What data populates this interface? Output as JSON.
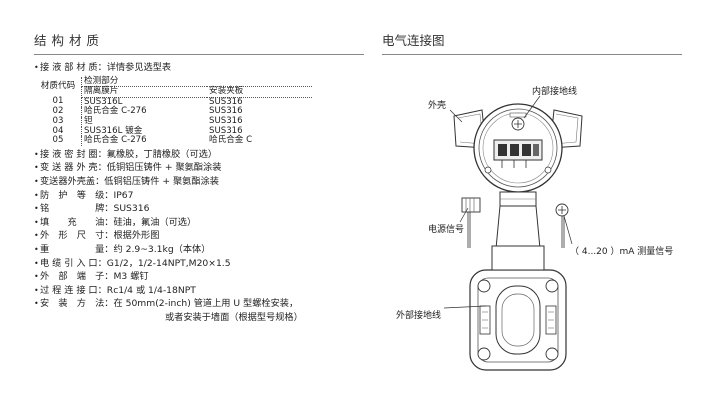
{
  "left": {
    "title": "结 构 材 质",
    "wetted_material": "接 液 部 材 质：详情参见选型表",
    "table": {
      "code_header": "材质代码",
      "group_header": "检测部分",
      "col1_header": "隔离膜片",
      "col2_header": "安装夹板",
      "rows": [
        {
          "code": "01",
          "diaphragm": "SUS316L",
          "flange": "SUS316"
        },
        {
          "code": "02",
          "diaphragm": "哈氏合金 C-276",
          "flange": "SUS316"
        },
        {
          "code": "03",
          "diaphragm": "钽",
          "flange": "SUS316"
        },
        {
          "code": "04",
          "diaphragm": "SUS316L 镀金",
          "flange": "SUS316"
        },
        {
          "code": "05",
          "diaphragm": "哈氏合金 C-276",
          "flange": "哈氏合金 C"
        }
      ]
    },
    "specs": [
      "接 液 密 封 圈：氟橡胶，丁腈橡胶（可选）",
      "变 送 器 外 壳：低铜铝压铸件 + 聚氨酯涂装",
      "变送器外壳盖：低铜铝压铸件 + 聚氨酯涂装",
      "防　护　等　级：IP67",
      "铭　　　　　牌：SUS316",
      "填　　充　　油：硅油，氟油（可选）",
      "外　形　尺　寸：根据外形图",
      "重　　　　　量：约 2.9~3.1kg（本体）",
      "电 缆 引 入 口：G1/2，1/2-14NPT,M20×1.5",
      "外　部　端　子：M3 螺钉",
      "过 程 连 接 口：Rc1/4 或 1/4-18NPT",
      "安　装　方　法：在 50mm(2-inch) 管道上用 U 型螺栓安装，"
    ],
    "spec_continuation": "或者安装于墙面（根据型号规格）"
  },
  "right": {
    "title": "电气连接图",
    "labels": {
      "housing": "外壳",
      "internal_ground": "内部接地线",
      "power_signal": "电源信号",
      "measure_signal": "（ 4...20 ）mA 测量信号",
      "external_ground": "外部接地线"
    }
  }
}
